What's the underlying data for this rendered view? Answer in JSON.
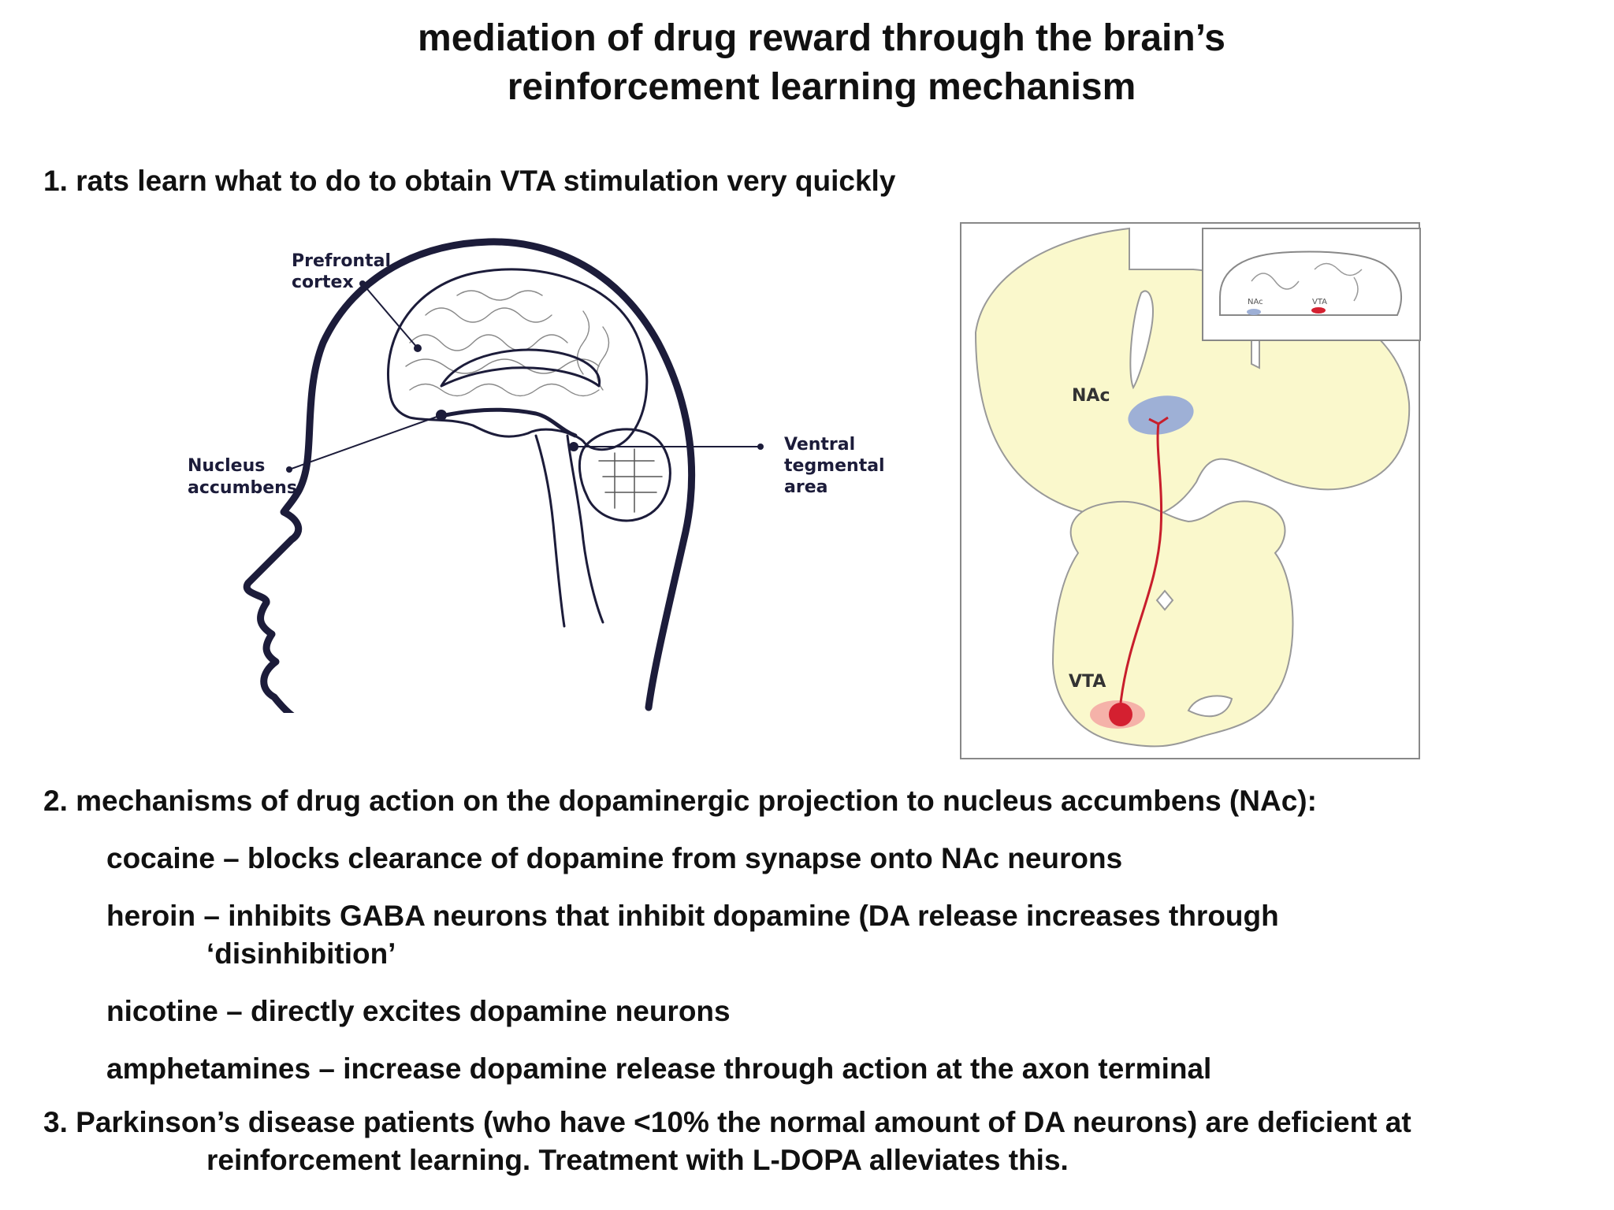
{
  "title": {
    "line1": "mediation of drug reward through the brain’s",
    "line2": "reinforcement learning mechanism"
  },
  "point1": "1. rats learn what to do to obtain VTA stimulation very quickly",
  "figure_left": {
    "labels": {
      "prefrontal_1": "Prefrontal",
      "prefrontal_2": "cortex",
      "nucleus_1": "Nucleus",
      "nucleus_2": "accumbens",
      "ventral_1": "Ventral",
      "ventral_2": "tegmental",
      "ventral_3": "area"
    }
  },
  "figure_right": {
    "labels": {
      "nac": "NAc",
      "vta": "VTA",
      "inset_nac": "NAc",
      "inset_vta": "VTA"
    },
    "colors": {
      "tissue": "#faf8cc",
      "nac": "#9eb0d6",
      "vta": "#d42030",
      "projection": "#c81e2c"
    }
  },
  "point2": {
    "heading": "2.  mechanisms of drug action on the dopaminergic projection to nucleus accumbens (NAc):",
    "cocaine": "cocaine – blocks clearance of dopamine from synapse onto NAc neurons",
    "heroin_1": "heroin – inhibits GABA neurons that inhibit dopamine (DA release increases through",
    "heroin_2": "‘disinhibition’",
    "nicotine": "nicotine – directly excites dopamine neurons",
    "amphetamines": "amphetamines – increase dopamine release through action at the axon terminal"
  },
  "point3": {
    "line1": "3. Parkinson’s disease patients (who have <10% the normal amount of DA neurons) are deficient at",
    "line2": "reinforcement learning.  Treatment with L-DOPA alleviates this."
  }
}
